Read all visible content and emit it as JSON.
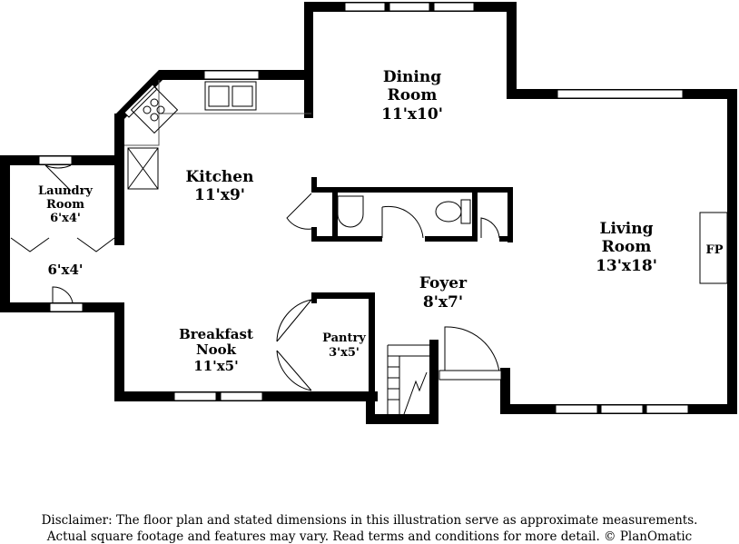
{
  "rooms": {
    "dining": {
      "name": "Dining",
      "name2": "Room",
      "size": "11'x10'"
    },
    "kitchen": {
      "name": "Kitchen",
      "size": "11'x9'"
    },
    "laundry": {
      "name": "Laundry",
      "name2": "Room",
      "size": "6'x4'"
    },
    "laundry_lower": {
      "size": "6'x4'"
    },
    "living": {
      "name": "Living",
      "name2": "Room",
      "size": "13'x18'"
    },
    "fireplace": {
      "label": "FP"
    },
    "foyer": {
      "name": "Foyer",
      "size": "8'x7'"
    },
    "breakfast": {
      "name": "Breakfast",
      "name2": "Nook",
      "size": "11'x5'"
    },
    "pantry": {
      "name": "Pantry",
      "size": "3'x5'"
    }
  },
  "disclaimer": {
    "line1": "Disclaimer: The floor plan and stated dimensions in this illustration serve as approximate measurements.",
    "line2": "Actual square footage and features may vary. Read terms and conditions for more detail. © PlanOmatic"
  },
  "colors": {
    "wall": "#000000",
    "background": "#ffffff",
    "fixture": "#555555"
  }
}
